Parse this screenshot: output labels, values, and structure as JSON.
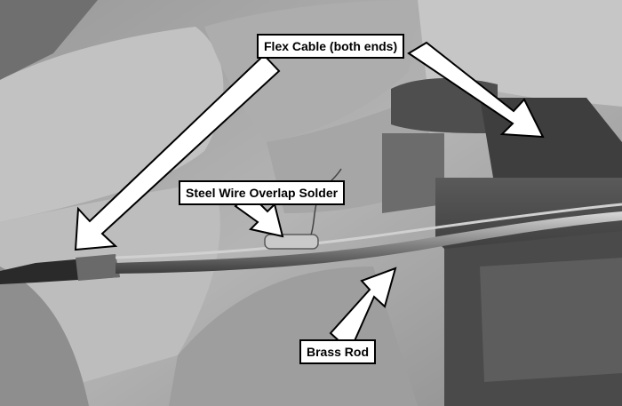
{
  "labels": {
    "flex_cable": "Flex Cable (both ends)",
    "steel_wire": "Steel Wire Overlap Solder",
    "brass_rod": "Brass Rod"
  },
  "icons": {
    "arrow": "white-arrow-with-black-outline"
  },
  "colors": {
    "label_background": "#ffffff",
    "label_border": "#000000",
    "photo_tone": "grayscale"
  }
}
